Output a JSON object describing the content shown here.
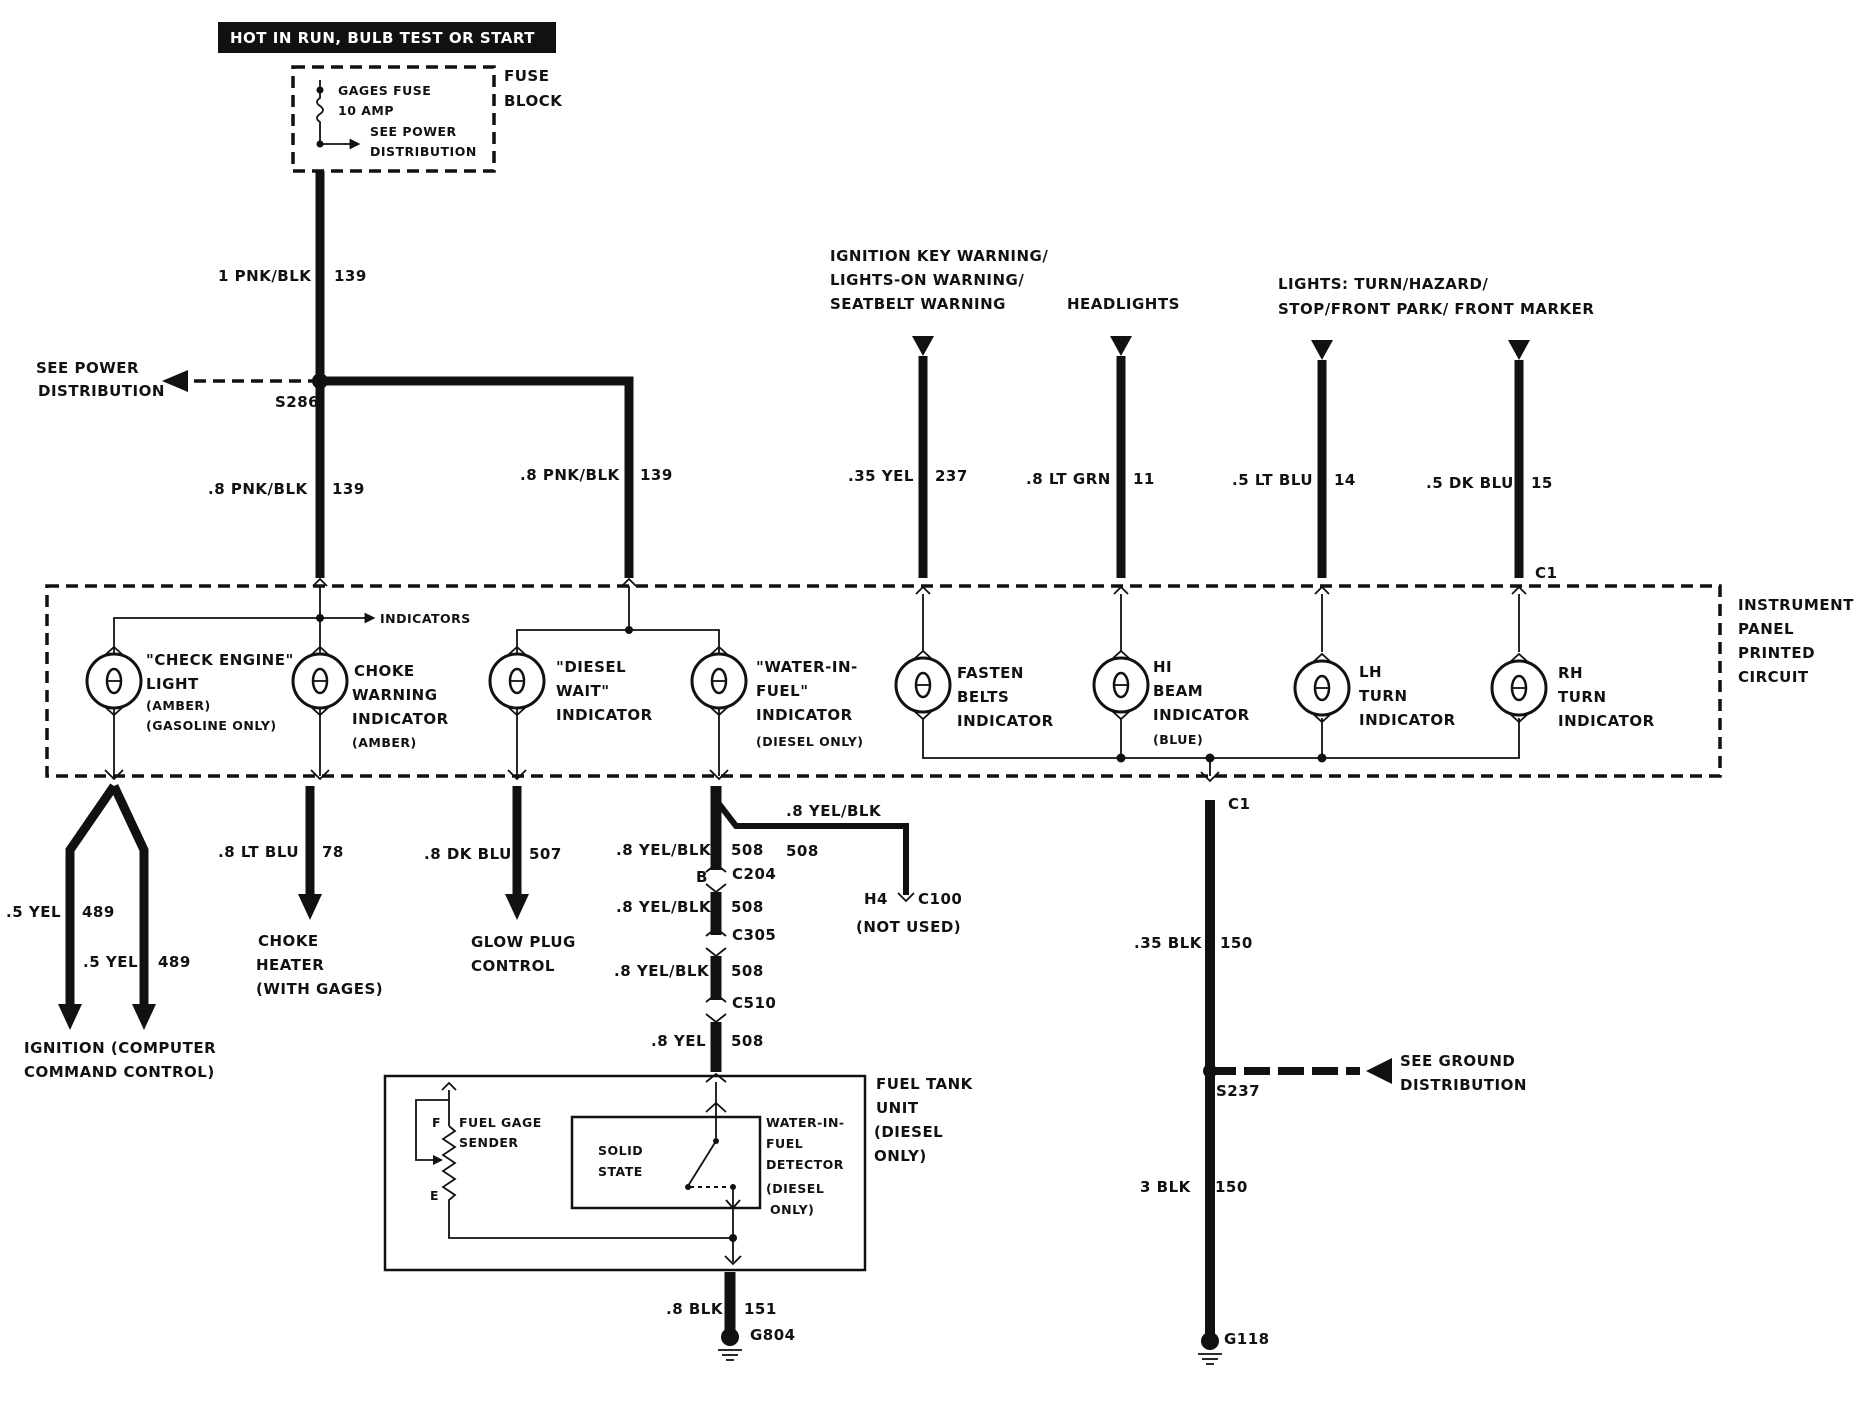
{
  "header": {
    "label": "HOT IN RUN,  BULB TEST OR START"
  },
  "fuse": {
    "name": "GAGES FUSE",
    "rating": "10 AMP",
    "see_power_1": "SEE POWER",
    "see_power_2": "DISTRIBUTION"
  },
  "fuse_block": {
    "line1": "FUSE",
    "line2": "BLOCK"
  },
  "power_dist": {
    "line1": "SEE POWER",
    "line2": "DISTRIBUTION"
  },
  "splices": {
    "s286": "S286",
    "s237": "S237"
  },
  "wires": {
    "w139_top_size": "1 PNK/BLK",
    "w139_top_num": "139",
    "w139_left_size": ".8 PNK/BLK",
    "w139_left_num": "139",
    "w139_right_size": ".8 PNK/BLK",
    "w139_right_num": "139",
    "w237_size": ".35 YEL",
    "w237_num": "237",
    "w11_size": ".8 LT GRN",
    "w11_num": "11",
    "w14_size": ".5 LT BLU",
    "w14_num": "14",
    "w15_size": ".5 DK BLU",
    "w15_num": "15",
    "w489a_size": ".5 YEL",
    "w489a_num": "489",
    "w489b_size": ".5 YEL",
    "w489b_num": "489",
    "w78_size": ".8 LT BLU",
    "w78_num": "78",
    "w507_size": ".8 DK BLU",
    "w507_num": "507",
    "w508_top_size": ".8 YEL/BLK",
    "w508_top_num": "508",
    "w508_branch_size": ".8 YEL/BLK",
    "w508_branch_num": "508",
    "w508_mid_size": ".8 YEL/BLK",
    "w508_mid_num": "508",
    "w508_low_size": ".8 YEL/BLK",
    "w508_low_num": "508",
    "w508_bot_size": ".8 YEL",
    "w508_bot_num": "508",
    "w151_size": ".8 BLK",
    "w151_num": "151",
    "w150_top_size": ".35 BLK",
    "w150_top_num": "150",
    "w150_bot_size": "3 BLK",
    "w150_bot_num": "150"
  },
  "sources": {
    "ignition_key_1": "IGNITION KEY WARNING/",
    "ignition_key_2": "LIGHTS-ON WARNING/",
    "ignition_key_3": "SEATBELT WARNING",
    "headlights": "HEADLIGHTS",
    "lights_1": "LIGHTS: TURN/HAZARD/",
    "lights_2": "STOP/FRONT PARK/ FRONT MARKER"
  },
  "instrument_panel": {
    "line1": "INSTRUMENT",
    "line2": "PANEL",
    "line3": "PRINTED",
    "line4": "CIRCUIT",
    "c1_top": "C1",
    "c1_bottom": "C1",
    "indicators": "INDICATORS"
  },
  "bulbs": {
    "check_engine_1": "\"CHECK ENGINE\"",
    "check_engine_2": "LIGHT",
    "check_engine_3": "(AMBER)",
    "check_engine_4": "(GASOLINE ONLY)",
    "choke_1": "CHOKE",
    "choke_2": "WARNING",
    "choke_3": "INDICATOR",
    "choke_4": "(AMBER)",
    "diesel_1": "\"DIESEL",
    "diesel_2": "WAIT\"",
    "diesel_3": "INDICATOR",
    "water_1": "\"WATER-IN-",
    "water_2": "FUEL\"",
    "water_3": "INDICATOR",
    "water_4": "(DIESEL ONLY)",
    "fasten_1": "FASTEN",
    "fasten_2": "BELTS",
    "fasten_3": "INDICATOR",
    "hi_1": "HI",
    "hi_2": "BEAM",
    "hi_3": "INDICATOR",
    "hi_4": "(BLUE)",
    "lh_1": "LH",
    "lh_2": "TURN",
    "lh_3": "INDICATOR",
    "rh_1": "RH",
    "rh_2": "TURN",
    "rh_3": "INDICATOR"
  },
  "destinations": {
    "ignition_1": "IGNITION (COMPUTER",
    "ignition_2": "COMMAND CONTROL)",
    "choke_1": "CHOKE",
    "choke_2": "HEATER",
    "choke_3": "(WITH GAGES)",
    "glow_1": "GLOW PLUG",
    "glow_2": "CONTROL",
    "h4": "H4",
    "c100": "C100",
    "not_used": "(NOT USED)"
  },
  "connectors": {
    "c204": "C204",
    "c204_pin": "B",
    "c305": "C305",
    "c510": "C510"
  },
  "fuel_tank": {
    "title_1": "FUEL TANK",
    "title_2": "UNIT",
    "title_3": "(DIESEL",
    "title_4": "ONLY)",
    "sender_1": "FUEL GAGE",
    "sender_2": "SENDER",
    "f": "F",
    "e": "E",
    "solid_1": "SOLID",
    "solid_2": "STATE",
    "detector_1": "WATER-IN-",
    "detector_2": "FUEL",
    "detector_3": "DETECTOR",
    "detector_4": "(DIESEL",
    "detector_5": "ONLY)"
  },
  "grounds": {
    "g804": "G804",
    "g118": "G118",
    "see_ground_1": "SEE GROUND",
    "see_ground_2": "DISTRIBUTION"
  }
}
